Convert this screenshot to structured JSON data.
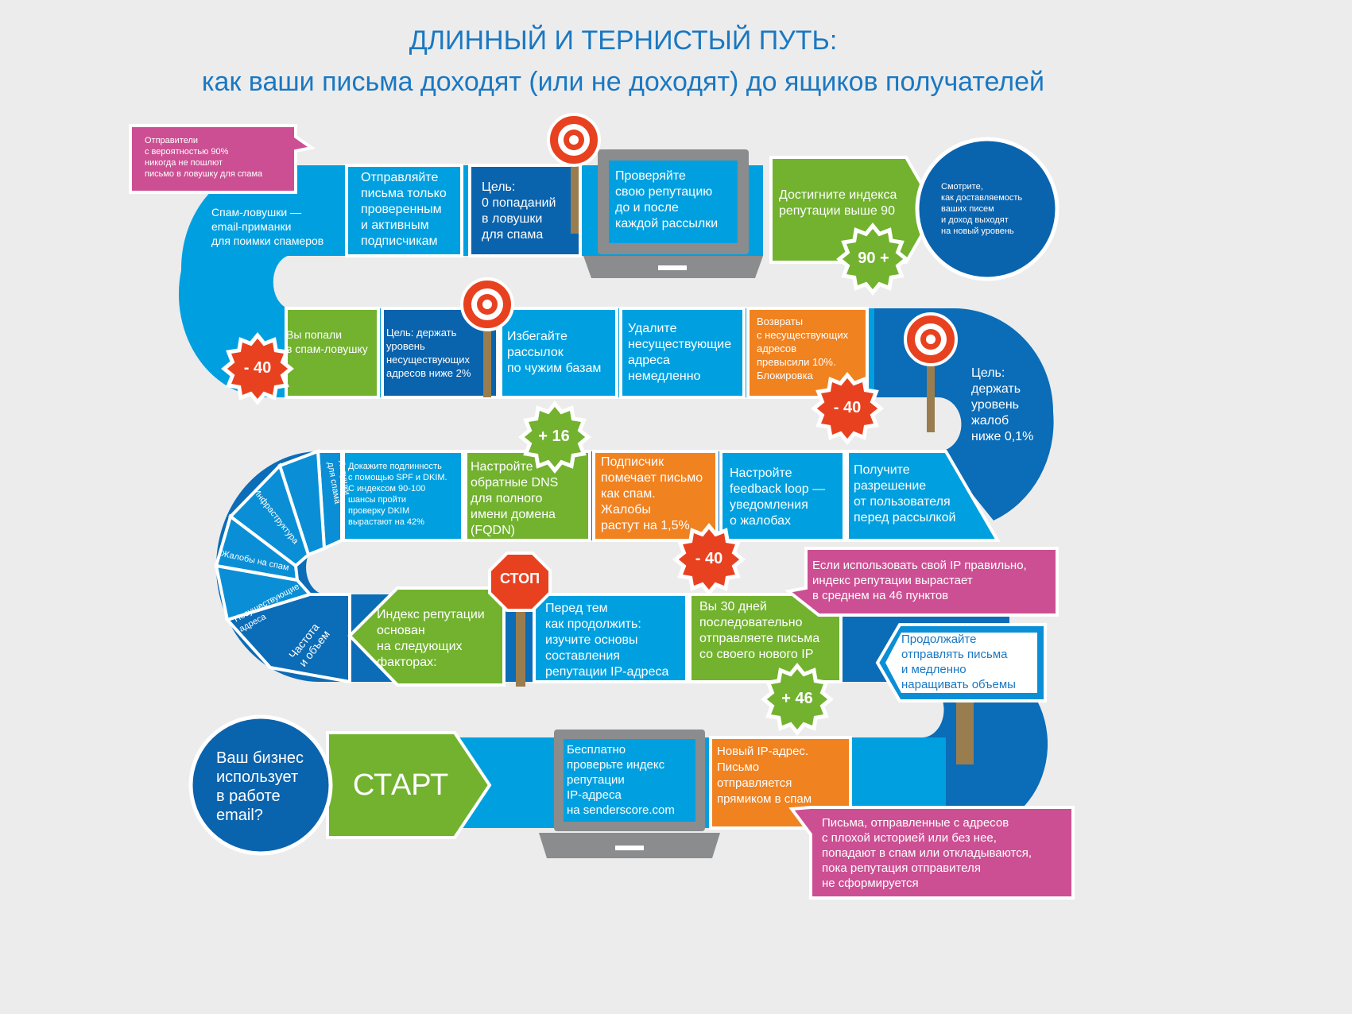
{
  "title": {
    "line1": "ДЛИННЫЙ И ТЕРНИСТЫЙ ПУТЬ:",
    "line2": "как ваши письма доходят (или не доходят) до ящиков получателей"
  },
  "colors": {
    "background": "#ececec",
    "road_light": "#00a0e0",
    "road_dark": "#0b6cb7",
    "cell_blue": "#009ce0",
    "cell_navy": "#0a63ad",
    "green": "#72b22f",
    "orange": "#f08220",
    "magenta": "#cc4f93",
    "red": "#e8411f",
    "grey": "#8a8c8e"
  },
  "row1": {
    "speech": "Отправители\nс вероятностью 90%\nникогда не пошлют\nписьмо в ловушку для спама",
    "cells": [
      "Спам-ловушки —\nemail-приманки\nдля поимки спамеров",
      "Отправляйте\nписьма только\nпроверенным\nи активным\nподписчикам",
      "Цель:\n0 попаданий\nв ловушки\nдля спама",
      "Проверяйте\nсвою репутацию\nдо и после\nкаждой рассылки",
      "Достигните индекса\nрепутации выше 90",
      "Смотрите,\nкак доставляемость\nваших писем\nи доход выходят\nна новый уровень"
    ],
    "badge": "90 +"
  },
  "row2": {
    "cells": [
      "Вы попали\nв спам-ловушку",
      "Цель: держать\nуровень\nнесуществующих\nадресов ниже 2%",
      "Избегайте\nрассылок\nпо чужим базам",
      "Удалите\nнесуществующие\nадреса\nнемедленно",
      "Возвраты\nс несуществующих\nадресов\nпревысили 10%.\nБлокировка",
      "Цель:\nдержать\nуровень\nжалоб\nниже 0,1%"
    ],
    "badges": [
      "- 40",
      "- 40"
    ]
  },
  "row3": {
    "fan": [
      "Ловушки\nдля спама",
      "Инфраструктура",
      "Жалобы на спам",
      "Несуществующие\nадреса",
      "Частота\nи объем"
    ],
    "cells": [
      "Докажите подлинность\nс помощью SPF и DKIM.\nС индексом 90-100\nшансы пройти\nпроверку DKIM\nвырастают на 42%",
      "Настройте\nобратные DNS\nдля полного\nимени домена\n(FQDN)",
      "Подписчик\nпомечает письмо\nкак спам.\nЖалобы\nрастут на 1,5%",
      "Настройте\nfeedback loop —\nуведомления\nо жалобах",
      "Получите\nразрешение\nот пользователя\nперед рассылкой"
    ],
    "badges": [
      "+ 16",
      "- 40"
    ]
  },
  "row4": {
    "cells": [
      "Индекс репутации\nоснован\nна следующих\nфакторах:",
      "Перед тем\nкак продолжить:\nизучите основы\nсоставления\nрепутации IP-адреса",
      "Вы 30 дней\nпоследовательно\nотправляете письма\nсо своего нового IP"
    ],
    "stop": "СТОП",
    "speech": "Если использовать свой IP правильно,\nиндекс репутации вырастает\nв среднем на 46 пунктов",
    "sign": "Продолжайте\nотправлять письма\nи медленно\nнаращивать объемы",
    "badge": "+ 46"
  },
  "row5": {
    "question": "Ваш бизнес\nиспользует\nв работе\nemail?",
    "start": "СТАРТ",
    "laptop": "Бесплатно\nпроверьте индекс\nрепутации\nIP-адреса\nна senderscore.com",
    "cell": "Новый IP-адрес.\nПисьмо\nотправляется\nпрямиком в спам",
    "speech": "Письма, отправленные с адресов\nс плохой историей или без нее,\nпопадают в спам или откладываются,\nпока репутация отправителя\nне сформируется"
  }
}
